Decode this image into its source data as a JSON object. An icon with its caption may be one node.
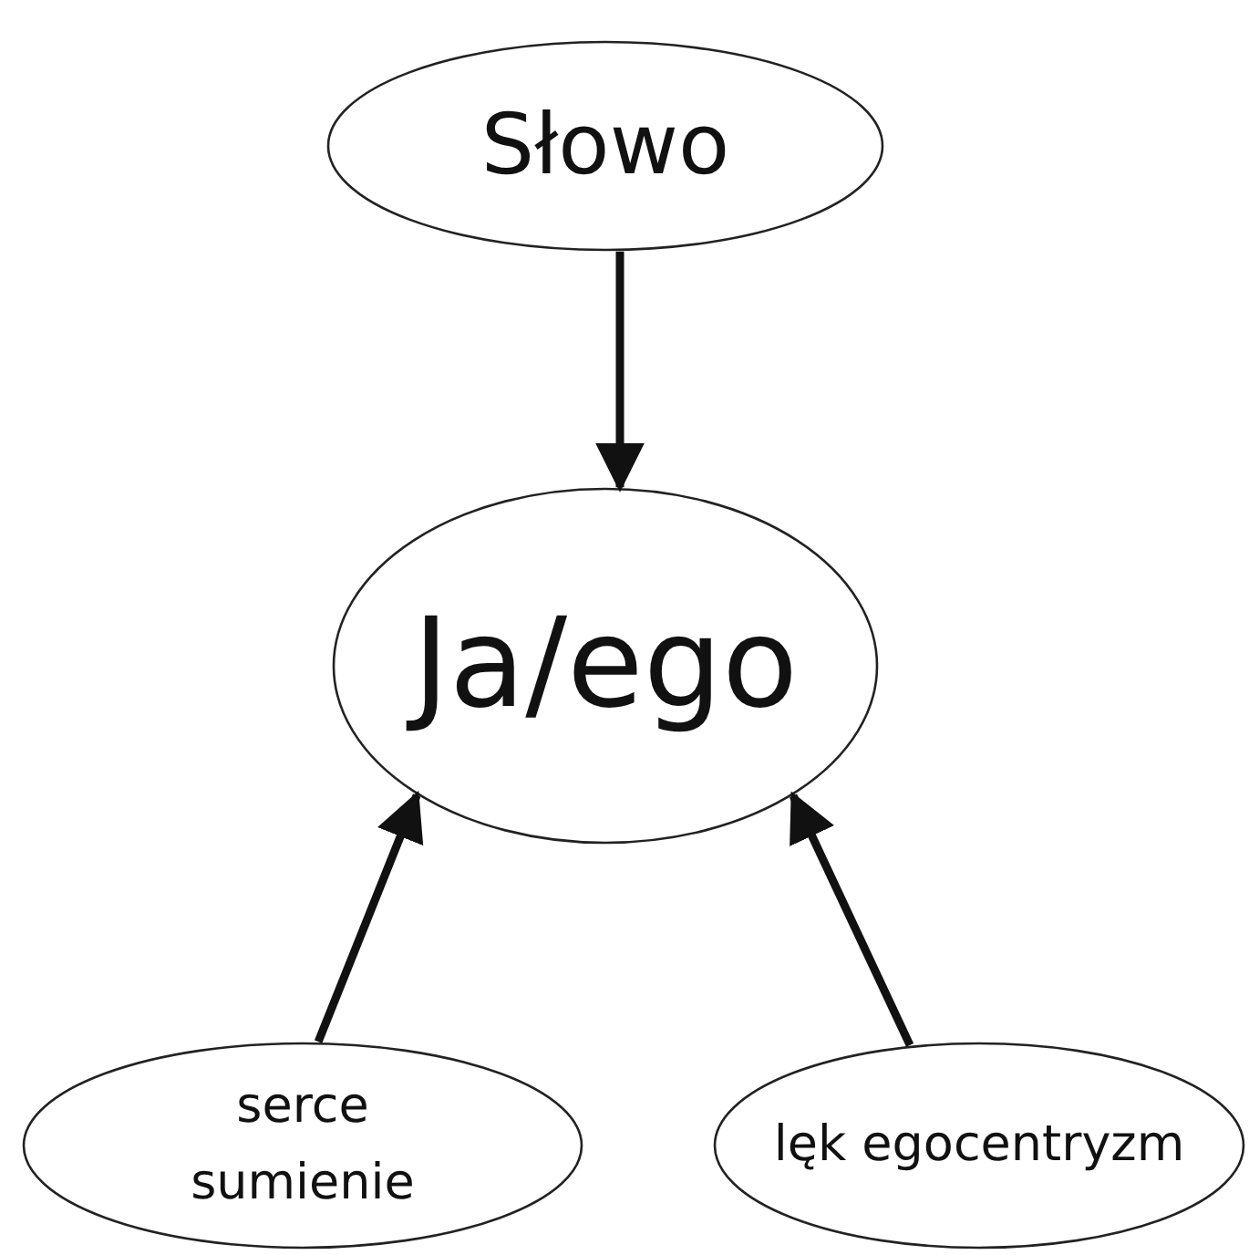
{
  "diagram": {
    "nodes": [
      {
        "text": [
          "Słowo"
        ]
      },
      {
        "text": [
          "Ja/ego"
        ]
      },
      {
        "text": [
          "serce sumienie"
        ]
      },
      {
        "text": [
          "lęk egocentryzm"
        ]
      }
    ],
    "edges": [
      {
        "from": 0,
        "to": 1,
        "arrow": "to"
      },
      {
        "from": 2,
        "to": 1,
        "arrow": "to"
      },
      {
        "from": 3,
        "to": 1,
        "arrow": "to"
      }
    ]
  }
}
